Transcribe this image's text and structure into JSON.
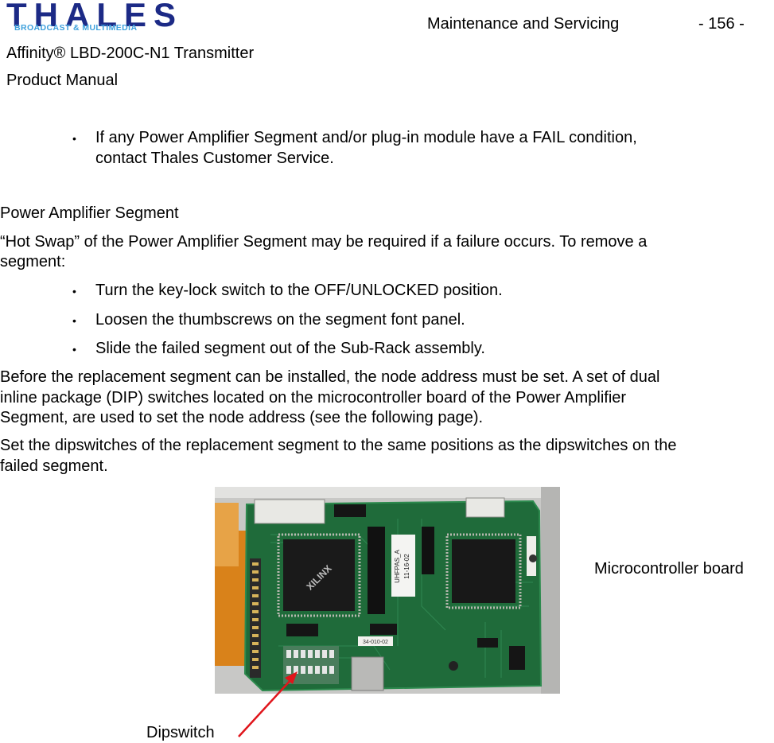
{
  "header": {
    "logo_word": "THALES",
    "logo_sub": "BROADCAST & MULTIMEDIA",
    "section": "Maintenance and Servicing",
    "page_number": "- 156 -",
    "product_line1": "Affinity® LBD-200C-N1 Transmitter",
    "product_line2": "Product Manual"
  },
  "intro_bullet": {
    "line1": "If any Power Amplifier Segment and/or plug-in module have a FAIL condition,",
    "line2": "contact Thales Customer Service."
  },
  "section_title": "Power Amplifier Segment",
  "hot_swap": {
    "line1": "“Hot Swap” of the Power Amplifier Segment may be required if a failure occurs. To remove a",
    "line2": "segment:"
  },
  "steps": [
    "Turn the key-lock switch to the OFF/UNLOCKED position.",
    "Loosen the thumbscrews on the segment font panel.",
    "Slide the failed segment out of the Sub-Rack assembly."
  ],
  "replacement": {
    "line1": "Before the replacement segment can be installed, the node address must be set. A set of dual",
    "line2": "inline package (DIP) switches located on the microcontroller board of the Power Amplifier",
    "line3": "Segment, are used to set the node address (see the following page)."
  },
  "dipswitch_note": {
    "line1": "Set the dipswitches of the replacement segment to the same positions as the dipswitches on the",
    "line2": "failed segment."
  },
  "figure": {
    "label_board": "Microcontroller board",
    "label_dipswitch": "Dipswitch",
    "chip_left_text": "XILINX",
    "chip_mid_text": "UHFPAS_A",
    "chip_mid_text2": "11-16-02",
    "sticker_text": "34-010-02",
    "arrow_color": "#e0151b"
  },
  "bullet_glyph": "•"
}
